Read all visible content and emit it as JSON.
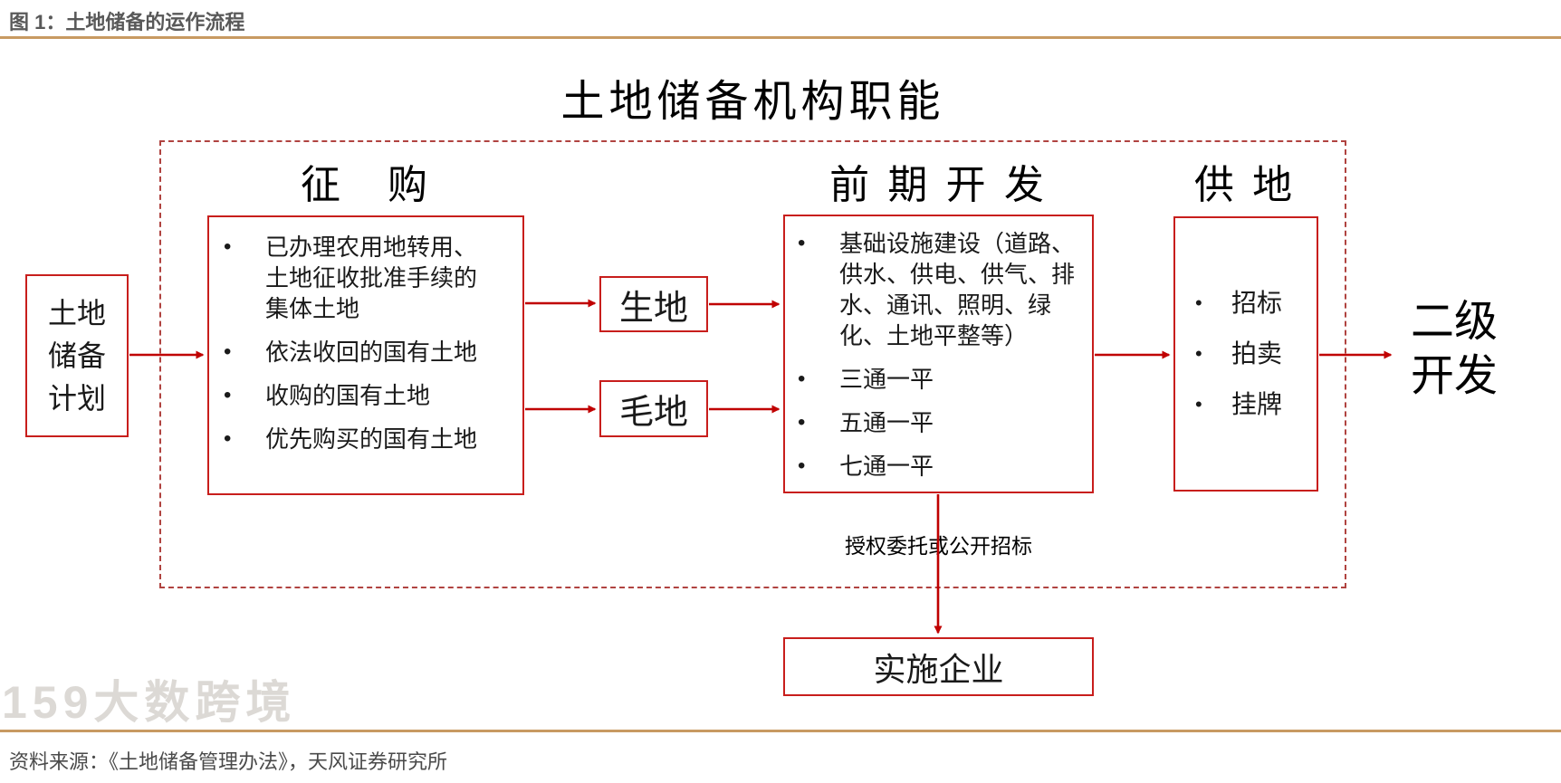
{
  "header": {
    "figure_title": "图 1：土地储备的运作流程"
  },
  "diagram": {
    "main_title": "土地储备机构职能",
    "headings": {
      "purchase": "征　购",
      "predev": "前 期 开 发",
      "supply": "供 地"
    },
    "plan_box": {
      "text": "土地\n储备\n计划"
    },
    "purchase_box": {
      "items": [
        "已办理农用地转用、土地征收批准手续的集体土地",
        "依法收回的国有土地",
        "收购的国有土地",
        "优先购买的国有土地"
      ]
    },
    "land_states": {
      "raw": "生地",
      "gross": "毛地"
    },
    "predev_box": {
      "items": [
        "基础设施建设（道路、供水、供电、供气、排水、通讯、照明、绿化、土地平整等）",
        "三通一平",
        "五通一平",
        "七通一平"
      ]
    },
    "supply_box": {
      "items": [
        "招标",
        "拍卖",
        "挂牌"
      ]
    },
    "delegation_label": "授权委托或公开招标",
    "implement_box": {
      "label": "实施企业"
    },
    "secondary_dev": {
      "text": "二级\n开发"
    }
  },
  "footer": {
    "source": "资料来源：《土地储备管理办法》，天风证券研究所"
  },
  "watermark": {
    "text": "159大数跨境"
  },
  "ui": {
    "bullet": "•"
  },
  "colors": {
    "box_red": "#C81E1C",
    "dashed_red": "#B04340",
    "arrow_red": "#C00000",
    "gold_rule": "#C89A62",
    "header_gray": "#595959",
    "text_black": "#000000"
  }
}
